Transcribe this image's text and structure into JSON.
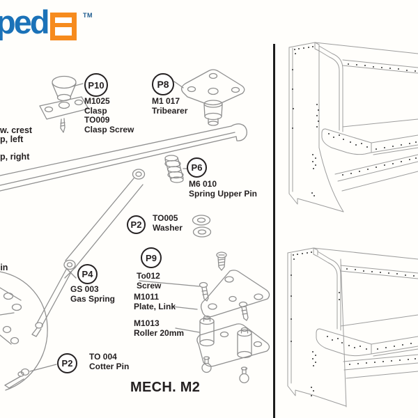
{
  "logo": {
    "wordmark": "ped",
    "trademark": "TM"
  },
  "colors": {
    "logo_blue": "#1b72b8",
    "logo_orange": "#f68b1e",
    "ink": "#231f20",
    "line_art": "#8f8f8f"
  },
  "parts_panel": {
    "sheet_title": "MECH. M2",
    "edge_labels": {
      "crest": "w. crest",
      "left": "p, left",
      "right": "p, right",
      "pin": "Pin"
    },
    "callouts": {
      "p10": {
        "badge": "P10",
        "lines": [
          "M1025",
          "Clasp",
          "TO009",
          "Clasp Screw"
        ]
      },
      "p8": {
        "badge": "P8",
        "lines": [
          "M1 017",
          "Tribearer"
        ]
      },
      "p6": {
        "badge": "P6",
        "lines": [
          "M6 010",
          "Spring Upper Pin"
        ]
      },
      "p2_washer": {
        "badge": "P2",
        "lines": [
          "TO005",
          "Washer"
        ]
      },
      "p9": {
        "badge": "P9"
      },
      "p9_items": [
        {
          "code": "To012",
          "name": "Screw"
        },
        {
          "code": "M1011",
          "name": "Plate, Link"
        },
        {
          "code": "M1013",
          "name": "Roller 20mm"
        }
      ],
      "p4": {
        "badge": "P4",
        "lines": [
          "GS 003",
          "Gas Spring"
        ]
      },
      "p2_cotter": {
        "badge": "P2",
        "lines": [
          "TO 004",
          "Cotter Pin"
        ]
      }
    }
  }
}
